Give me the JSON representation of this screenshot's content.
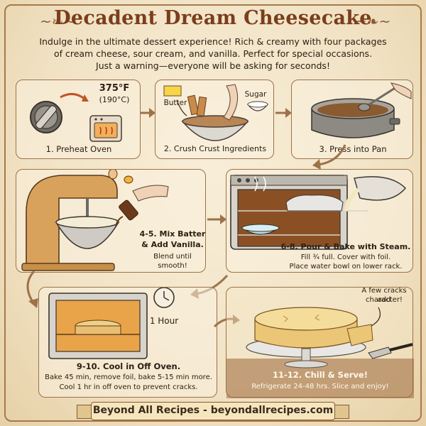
{
  "title": "Decadent Dream Cheesecake",
  "intro": [
    "Indulge in the ultimate dessert experience! Rich & creamy with four packages",
    "of cream cheese, sour cream, and vanilla. Perfect for special occasions.",
    "Just a warning—everyone will be asking for seconds!"
  ],
  "steps": {
    "preheat": {
      "caption": "1. Preheat Oven",
      "temp_f": "375°F",
      "temp_c": "(190°C)"
    },
    "crust": {
      "caption": "2. Crush Crust Ingredients",
      "label_butter": "Butter",
      "label_sugar": "Sugar"
    },
    "press": {
      "caption": "3. Press into Pan"
    },
    "mix": {
      "caption_1": "4-5. Mix Batter",
      "caption_2": "& Add Vanilla.",
      "note": "Blend until smooth!"
    },
    "bake": {
      "caption": "6-8. Pour & Bake with Steam.",
      "note_1": "Fill ¾ full. Cover with foil.",
      "note_2": "Place water bowl on lower rack."
    },
    "cool": {
      "caption": "9-10. Cool in Off Oven.",
      "note_1": "Bake 45 min, remove foil, bake 5-15 min more.",
      "note_2": "Cool 1 hr in off oven to prevent cracks.",
      "timer_label": "1 Hour"
    },
    "serve": {
      "caption": "11-12. Chill & Serve!",
      "note": "Refrigerate 24-48 hrs. Slice and enjoy!",
      "callout_1": "A few cracks add",
      "callout_2": "character!"
    }
  },
  "footer": "Beyond All Recipes - beyondallrecipes.com",
  "colors": {
    "accent": "#7a3e1c",
    "border": "#9d7248",
    "background": "#f3e6cc"
  }
}
